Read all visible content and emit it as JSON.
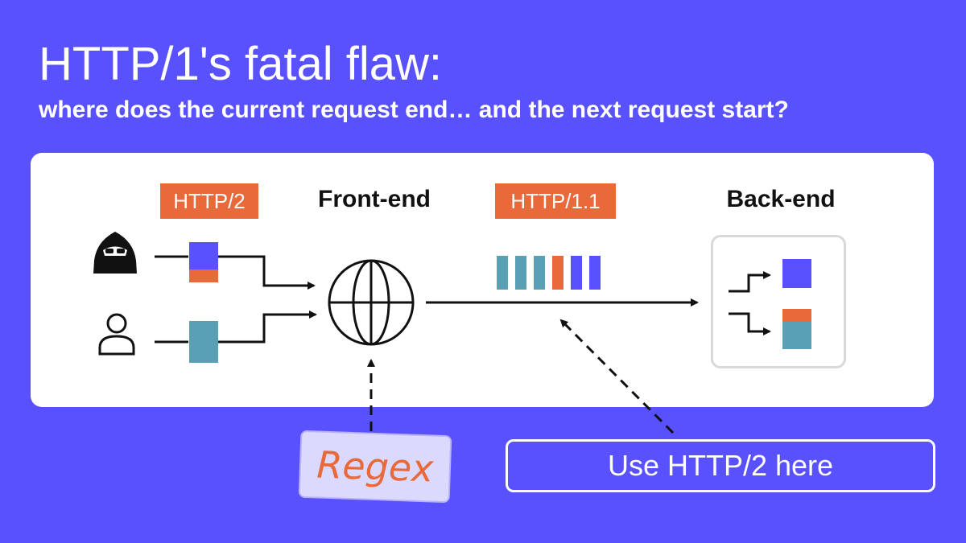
{
  "title": "HTTP/1's fatal flaw:",
  "subtitle": "where does the current request end… and the next request start?",
  "tags": {
    "client_protocol": "HTTP/2",
    "backend_protocol": "HTTP/1.1"
  },
  "nodes": {
    "front_end": "Front-end",
    "back_end": "Back-end"
  },
  "notes": {
    "regex": "Regex",
    "callout": "Use HTTP/2 here"
  },
  "icons": {
    "attacker": "hacker-icon",
    "user": "user-icon",
    "front_end": "globe-icon"
  },
  "colors": {
    "background": "#5851fd",
    "panel": "#ffffff",
    "accent_orange": "#e8693a",
    "teal": "#5aa0b5",
    "blue": "#5851fd",
    "regex_note": "#dcd9ff"
  }
}
